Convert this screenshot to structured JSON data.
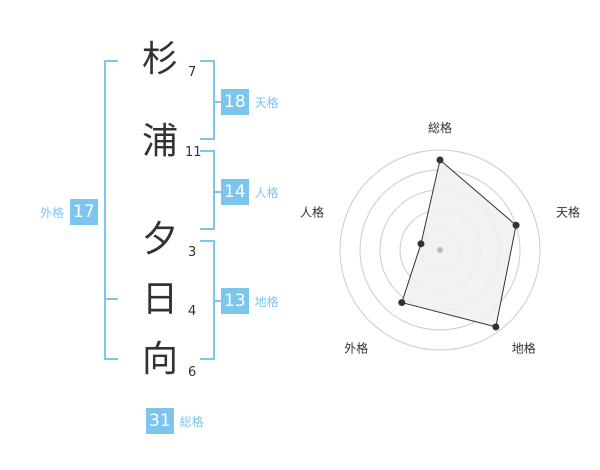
{
  "name": {
    "characters": [
      {
        "char": "杉",
        "strokes": "7"
      },
      {
        "char": "浦",
        "strokes": "11"
      },
      {
        "char": "夕",
        "strokes": "3"
      },
      {
        "char": "日",
        "strokes": "4"
      },
      {
        "char": "向",
        "strokes": "6"
      }
    ]
  },
  "scores": {
    "tenkaku": {
      "value": "18",
      "label": "天格"
    },
    "jinkaku": {
      "value": "14",
      "label": "人格"
    },
    "chikaku": {
      "value": "13",
      "label": "地格"
    },
    "gaikaku": {
      "value": "17",
      "label": "外格"
    },
    "soukaku": {
      "value": "31",
      "label": "総格"
    }
  },
  "chart_data": {
    "type": "radar",
    "axes": [
      "総格",
      "天格",
      "地格",
      "外格",
      "人格"
    ],
    "values": [
      0.9,
      0.8,
      0.95,
      0.65,
      0.2
    ],
    "range": [
      0,
      1
    ],
    "rings": 5,
    "colors": {
      "ring": "#cccccc",
      "fill": "#f0f0f0",
      "line": "#333333",
      "point": "#333333",
      "center": "#bbbbbb"
    }
  }
}
